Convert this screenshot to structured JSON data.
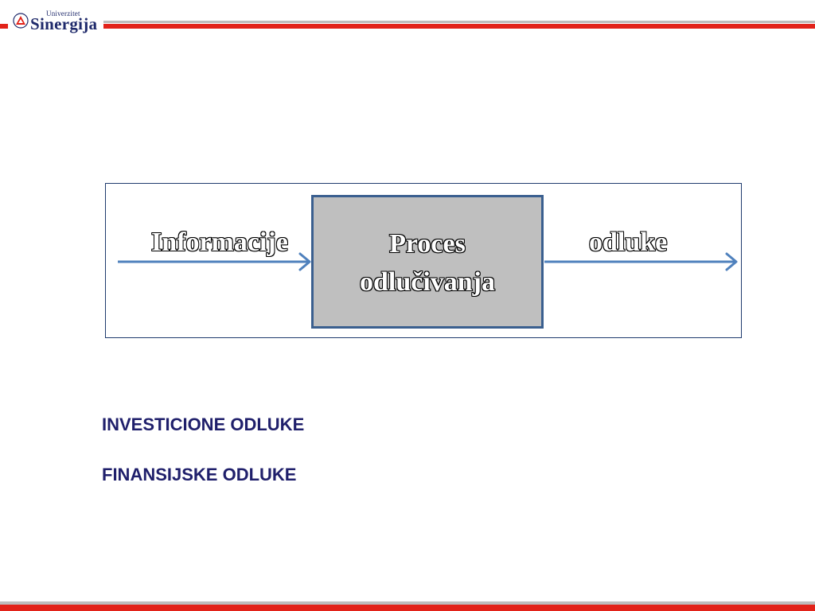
{
  "header": {
    "logo_small": "Univerzitet",
    "logo_main": "Sinergija",
    "logo_icon": "triangle-emblem-icon"
  },
  "diagram": {
    "input_label": "Informacije",
    "process_line1": "Proces",
    "process_line2": "odlučivanja",
    "output_label": "odluke",
    "arrow_color": "#4f81bd",
    "box_fill": "#bfbfbf",
    "box_border": "#3a5f8f"
  },
  "decisions": [
    "INVESTICIONE ODLUKE",
    "FINANSIJSKE ODLUKE"
  ],
  "colors": {
    "brand_red": "#e2231a",
    "brand_navy": "#1f2a6b",
    "text_navy": "#1f1f6b"
  }
}
